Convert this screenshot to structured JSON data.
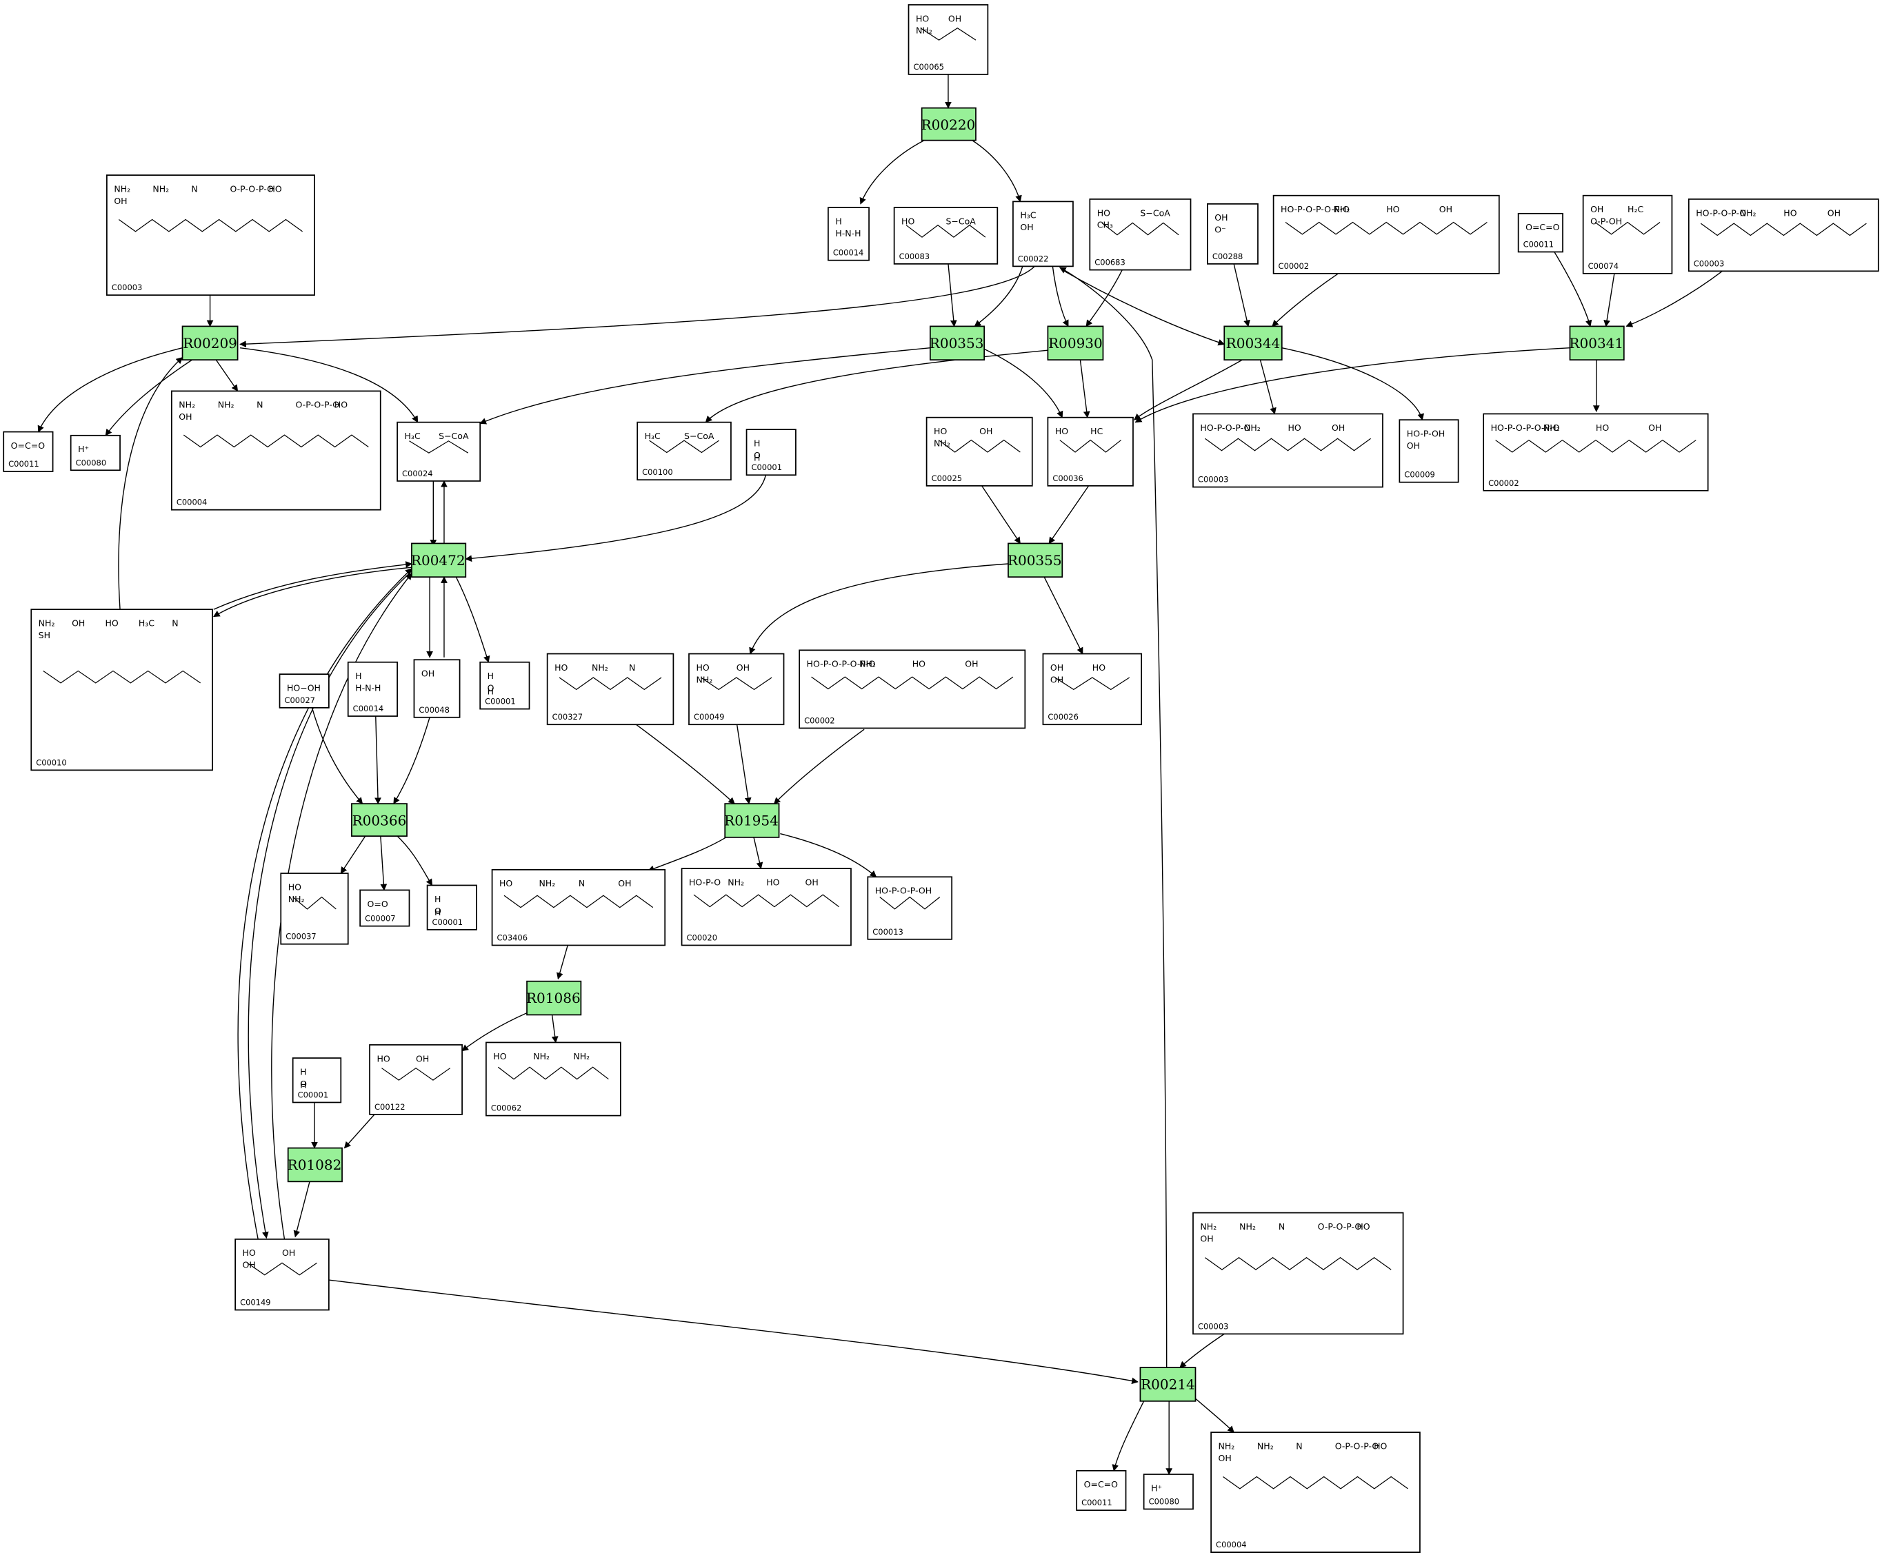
{
  "reactions": [
    {
      "id": "r-r00220",
      "label": "R00220"
    },
    {
      "id": "r-r00209",
      "label": "R00209"
    },
    {
      "id": "r-r00353",
      "label": "R00353"
    },
    {
      "id": "r-r00930",
      "label": "R00930"
    },
    {
      "id": "r-r00344",
      "label": "R00344"
    },
    {
      "id": "r-r00341",
      "label": "R00341"
    },
    {
      "id": "r-r00472",
      "label": "R00472"
    },
    {
      "id": "r-r00355",
      "label": "R00355"
    },
    {
      "id": "r-r00366",
      "label": "R00366"
    },
    {
      "id": "r-r01954",
      "label": "R01954"
    },
    {
      "id": "r-r01086",
      "label": "R01086"
    },
    {
      "id": "r-r01082",
      "label": "R01082"
    },
    {
      "id": "r-r00214",
      "label": "R00214"
    }
  ],
  "compounds": [
    {
      "id": "c-c00065",
      "label": "C00065",
      "structure": [
        "HO",
        "OH",
        "NH₂"
      ]
    },
    {
      "id": "c-c00003-a",
      "label": "C00003",
      "structure": [
        "NH₂",
        "NH₂",
        "N",
        "O-P-O-P-O",
        "HO",
        "OH"
      ]
    },
    {
      "id": "c-c00014-a",
      "label": "C00014",
      "structure": [
        "H",
        "H-N-H"
      ]
    },
    {
      "id": "c-c00083",
      "label": "C00083",
      "structure": [
        "HO",
        "S−CoA"
      ]
    },
    {
      "id": "c-c00022",
      "label": "C00022",
      "structure": [
        "H₃C",
        "OH"
      ]
    },
    {
      "id": "c-c00683",
      "label": "C00683",
      "structure": [
        "HO",
        "S−CoA",
        "CH₃"
      ]
    },
    {
      "id": "c-c00288",
      "label": "C00288",
      "structure": [
        "OH",
        "O⁻"
      ]
    },
    {
      "id": "c-c00002-a",
      "label": "C00002",
      "structure": [
        "HO-P-O-P-O-P-O",
        "NH₂",
        "HO",
        "OH"
      ]
    },
    {
      "id": "c-c00011-a",
      "label": "C00011",
      "structure": [
        "O=C=O"
      ]
    },
    {
      "id": "c-c00074",
      "label": "C00074",
      "structure": [
        "OH",
        "H₂C",
        "O-P-OH"
      ]
    },
    {
      "id": "c-c00003-b",
      "label": "C00003",
      "structure": [
        "HO-P-O-P-O",
        "NH₂",
        "HO",
        "OH"
      ]
    },
    {
      "id": "c-c00011-b",
      "label": "C00011",
      "structure": [
        "O=C=O"
      ]
    },
    {
      "id": "c-c00080-a",
      "label": "C00080",
      "structure": [
        "H⁺"
      ]
    },
    {
      "id": "c-c00004-a",
      "label": "C00004",
      "structure": [
        "NH₂",
        "NH₂",
        "N",
        "O-P-O-P-O",
        "HO",
        "OH"
      ]
    },
    {
      "id": "c-c00024",
      "label": "C00024",
      "structure": [
        "H₃C",
        "S−CoA"
      ]
    },
    {
      "id": "c-c00100",
      "label": "C00100",
      "structure": [
        "H₃C",
        "S−CoA"
      ]
    },
    {
      "id": "c-c00001-a",
      "label": "C00001",
      "structure": [
        "H",
        "O",
        "H"
      ]
    },
    {
      "id": "c-c00025",
      "label": "C00025",
      "structure": [
        "HO",
        "OH",
        "NH₂"
      ]
    },
    {
      "id": "c-c00036",
      "label": "C00036",
      "structure": [
        "HO",
        "HC"
      ]
    },
    {
      "id": "c-c00003-c",
      "label": "C00003",
      "structure": [
        "HO-P-O-P-O",
        "NH₂",
        "HO",
        "OH"
      ]
    },
    {
      "id": "c-c00009",
      "label": "C00009",
      "structure": [
        "HO-P-OH",
        "OH"
      ]
    },
    {
      "id": "c-c00002-b",
      "label": "C00002",
      "structure": [
        "HO-P-O-P-O-P-O",
        "NH₂",
        "HO",
        "OH"
      ]
    },
    {
      "id": "c-c00010",
      "label": "C00010",
      "structure": [
        "NH₂",
        "OH",
        "HO",
        "H₃C",
        "N",
        "SH"
      ]
    },
    {
      "id": "c-c00027",
      "label": "C00027",
      "structure": [
        "HO−OH"
      ]
    },
    {
      "id": "c-c00014-b",
      "label": "C00014",
      "structure": [
        "H",
        "H-N-H"
      ]
    },
    {
      "id": "c-c00048",
      "label": "C00048",
      "structure": [
        "OH"
      ]
    },
    {
      "id": "c-c00001-b",
      "label": "C00001",
      "structure": [
        "H",
        "O",
        "H"
      ]
    },
    {
      "id": "c-c00327",
      "label": "C00327",
      "structure": [
        "HO",
        "NH₂",
        "N"
      ]
    },
    {
      "id": "c-c00049",
      "label": "C00049",
      "structure": [
        "HO",
        "OH",
        "NH₂"
      ]
    },
    {
      "id": "c-c00002-c",
      "label": "C00002",
      "structure": [
        "HO-P-O-P-O-P-O",
        "NH₂",
        "HO",
        "OH"
      ]
    },
    {
      "id": "c-c00026",
      "label": "C00026",
      "structure": [
        "OH",
        "HO",
        "OH"
      ]
    },
    {
      "id": "c-c00037",
      "label": "C00037",
      "structure": [
        "HO",
        "NH₂"
      ]
    },
    {
      "id": "c-c00007",
      "label": "C00007",
      "structure": [
        "O=O"
      ]
    },
    {
      "id": "c-c00001-c",
      "label": "C00001",
      "structure": [
        "H",
        "O",
        "H"
      ]
    },
    {
      "id": "c-c03406",
      "label": "C03406",
      "structure": [
        "HO",
        "NH₂",
        "N",
        "OH"
      ]
    },
    {
      "id": "c-c00020",
      "label": "C00020",
      "structure": [
        "HO-P-O",
        "NH₂",
        "HO",
        "OH"
      ]
    },
    {
      "id": "c-c00013",
      "label": "C00013",
      "structure": [
        "HO-P-O-P-OH"
      ]
    },
    {
      "id": "c-c00001-d",
      "label": "C00001",
      "structure": [
        "H",
        "O",
        "H"
      ]
    },
    {
      "id": "c-c00122",
      "label": "C00122",
      "structure": [
        "HO",
        "OH"
      ]
    },
    {
      "id": "c-c00062",
      "label": "C00062",
      "structure": [
        "HO",
        "NH₂",
        "NH₂"
      ]
    },
    {
      "id": "c-c00149",
      "label": "C00149",
      "structure": [
        "HO",
        "OH",
        "OH"
      ]
    },
    {
      "id": "c-c00003-d",
      "label": "C00003",
      "structure": [
        "NH₂",
        "NH₂",
        "N",
        "O-P-O-P-O",
        "HO",
        "OH"
      ]
    },
    {
      "id": "c-c00011-c",
      "label": "C00011",
      "structure": [
        "O=C=O"
      ]
    },
    {
      "id": "c-c00080-b",
      "label": "C00080",
      "structure": [
        "H⁺"
      ]
    },
    {
      "id": "c-c00004-b",
      "label": "C00004",
      "structure": [
        "NH₂",
        "NH₂",
        "N",
        "O-P-O-P-O",
        "HO",
        "OH"
      ]
    }
  ]
}
